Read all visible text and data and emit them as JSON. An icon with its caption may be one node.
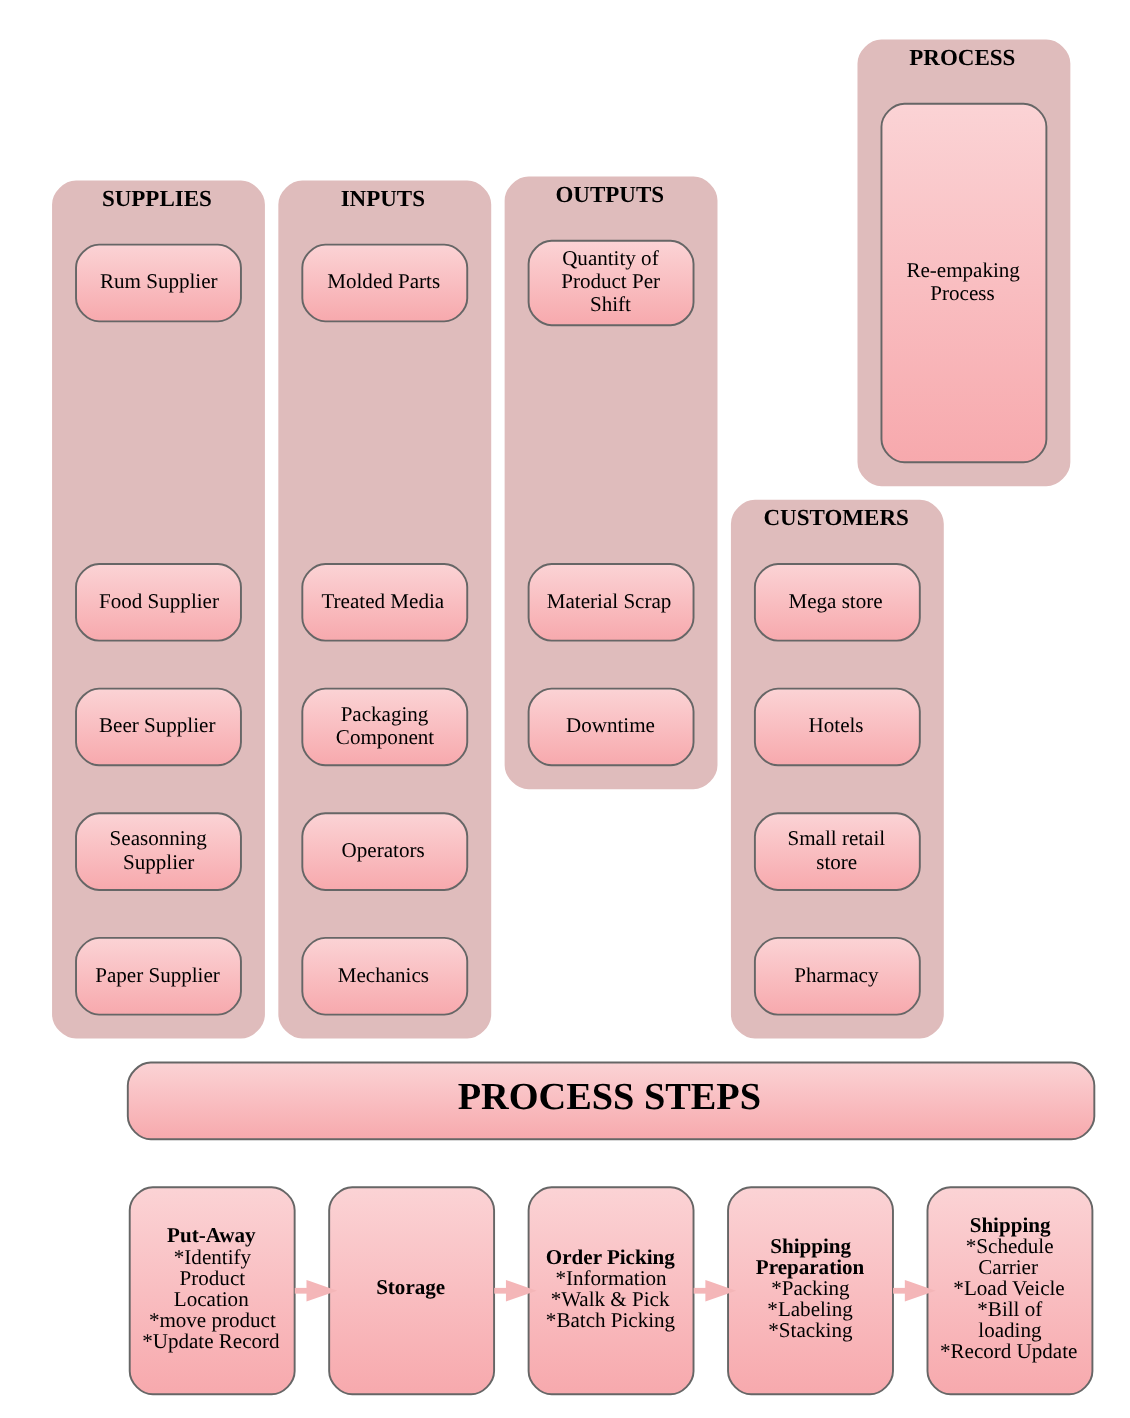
{
  "diagram": {
    "nodes": [
      {
        "text": [
          "SUPPLIES"
        ]
      },
      {
        "text": [
          "Rum Supplier"
        ],
        "in": 0
      },
      {
        "text": [
          "Food Supplier"
        ],
        "in": 0
      },
      {
        "text": [
          "Beer Supplier"
        ],
        "in": 0
      },
      {
        "text": [
          "Seasonning Supplier"
        ],
        "in": 0
      },
      {
        "text": [
          "Paper Supplier"
        ],
        "in": 0
      },
      {
        "text": [
          "INPUTS"
        ]
      },
      {
        "text": [
          "Molded Parts"
        ],
        "in": 6
      },
      {
        "text": [
          "Treated Media"
        ],
        "in": 6
      },
      {
        "text": [
          "Packaging Component"
        ],
        "in": 6
      },
      {
        "text": [
          "Operators"
        ],
        "in": 6
      },
      {
        "text": [
          "Mechanics"
        ],
        "in": 6
      },
      {
        "text": [
          "PROCESS"
        ]
      },
      {
        "text": [
          "Re-empaking Process"
        ],
        "in": 12
      },
      {
        "text": [
          "OUTPUTS"
        ]
      },
      {
        "text": [
          "Quantity of Product Per Shift"
        ],
        "in": 14
      },
      {
        "text": [
          "Material Scrap"
        ],
        "in": 14
      },
      {
        "text": [
          "Downtime"
        ],
        "in": 14
      },
      {
        "text": [
          "CUSTOMERS"
        ]
      },
      {
        "text": [
          "Mega store"
        ],
        "in": 18
      },
      {
        "text": [
          "Hotels"
        ],
        "in": 18
      },
      {
        "text": [
          "Small retail store"
        ],
        "in": 18
      },
      {
        "text": [
          "Pharmacy"
        ],
        "in": 18
      },
      {
        "text": [
          "PROCESS STEPS"
        ]
      },
      {
        "text": [
          "Put-Away",
          "*Identify Product Location",
          "*move product",
          "*Update Record"
        ]
      },
      {
        "text": [
          "Storage"
        ]
      },
      {
        "text": [
          "Order Picking",
          "*Information",
          "*Walk & Pick",
          "*Batch Picking"
        ]
      },
      {
        "text": [
          "Shipping Preparation",
          "*Packing",
          "*Labeling",
          "*Stacking"
        ]
      },
      {
        "text": [
          "Shipping",
          "*Schedule Carrier",
          "*Load Veicle",
          "*Bill of loading",
          "*Record Update"
        ]
      }
    ],
    "edges": [
      {
        "from": 24,
        "to": 25,
        "arrow": "to"
      },
      {
        "from": 25,
        "to": 26,
        "arrow": "to"
      },
      {
        "from": 26,
        "to": 27,
        "arrow": "to"
      },
      {
        "from": 27,
        "to": 28,
        "arrow": "to"
      }
    ]
  }
}
